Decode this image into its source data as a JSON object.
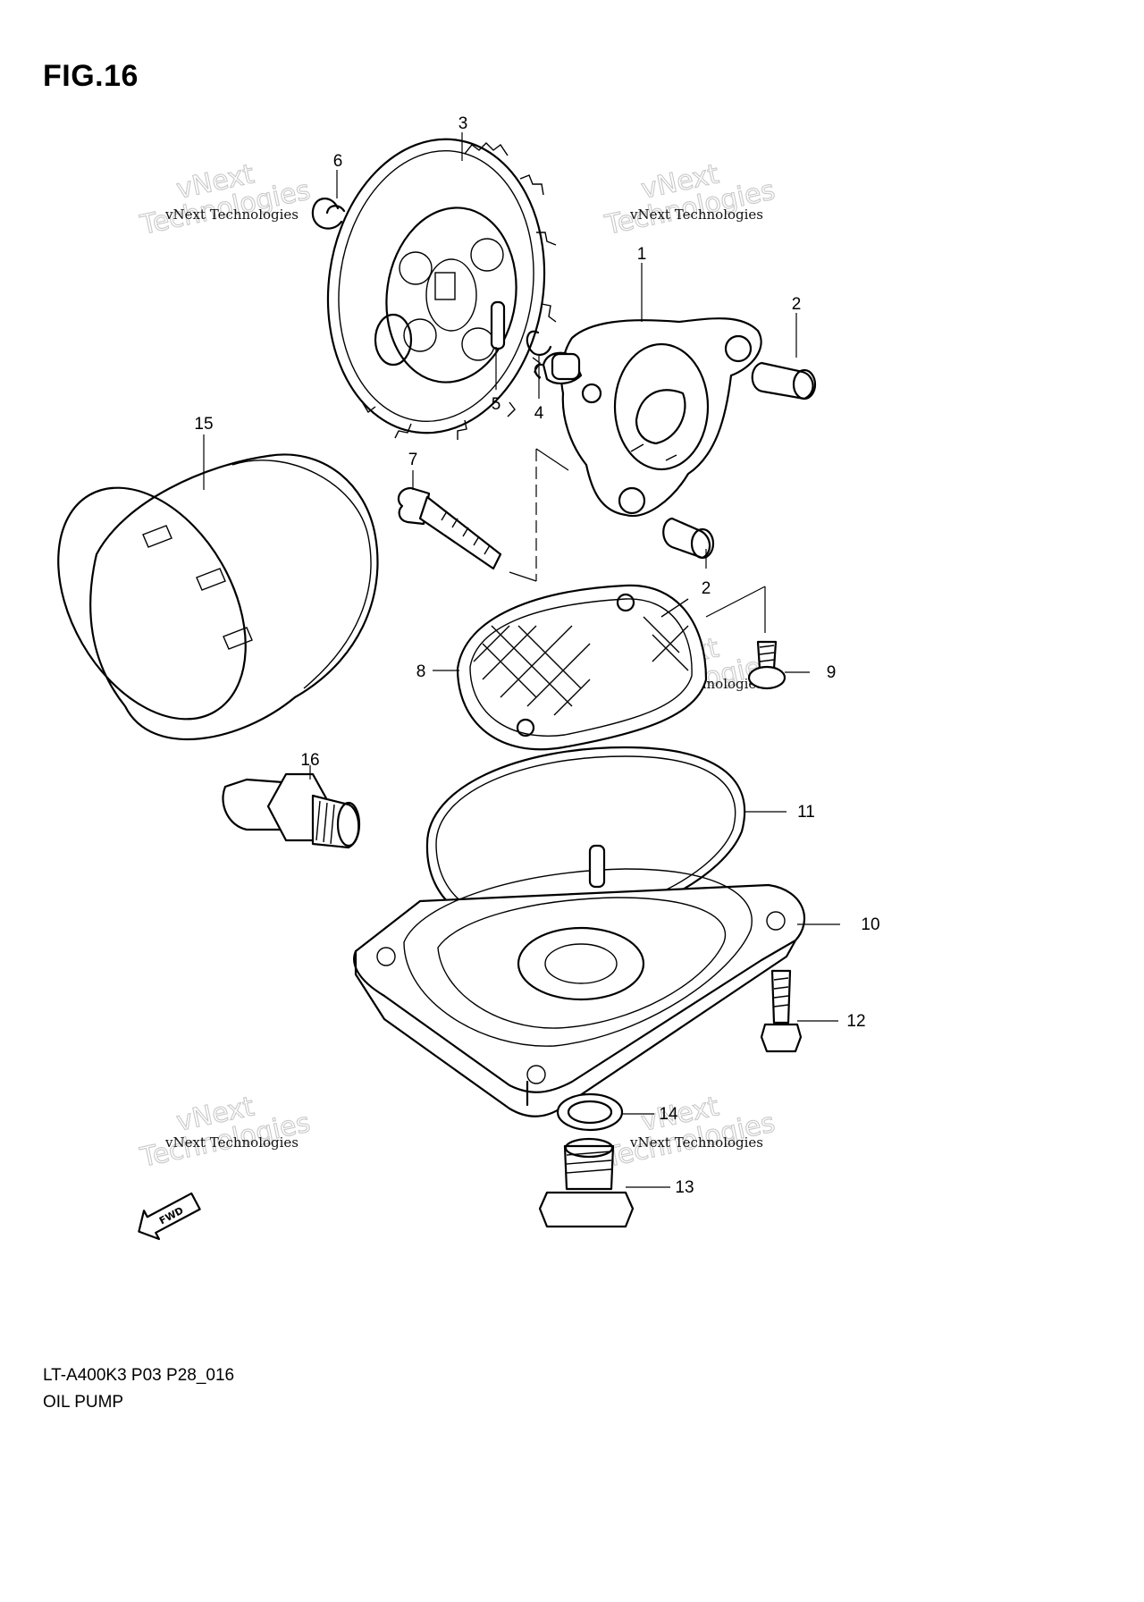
{
  "figure": {
    "title": "FIG.16"
  },
  "parts": [
    {
      "id": "part-1",
      "label": "1"
    },
    {
      "id": "part-2a",
      "label": "2"
    },
    {
      "id": "part-2b",
      "label": "2"
    },
    {
      "id": "part-3",
      "label": "3"
    },
    {
      "id": "part-4",
      "label": "4"
    },
    {
      "id": "part-5",
      "label": "5"
    },
    {
      "id": "part-6",
      "label": "6"
    },
    {
      "id": "part-7",
      "label": "7"
    },
    {
      "id": "part-8",
      "label": "8"
    },
    {
      "id": "part-9",
      "label": "9"
    },
    {
      "id": "part-10",
      "label": "10"
    },
    {
      "id": "part-11",
      "label": "11"
    },
    {
      "id": "part-12",
      "label": "12"
    },
    {
      "id": "part-13",
      "label": "13"
    },
    {
      "id": "part-14",
      "label": "14"
    },
    {
      "id": "part-15",
      "label": "15"
    },
    {
      "id": "part-16",
      "label": "16"
    }
  ],
  "watermark": {
    "company": "vNext Technologies",
    "big_top": "vNext",
    "big_bottom": "Technologies"
  },
  "fwd_arrow": {
    "label": "FWD"
  },
  "footer": {
    "model_code": "LT-A400K3 P03 P28_016",
    "section_name": "OIL PUMP"
  }
}
